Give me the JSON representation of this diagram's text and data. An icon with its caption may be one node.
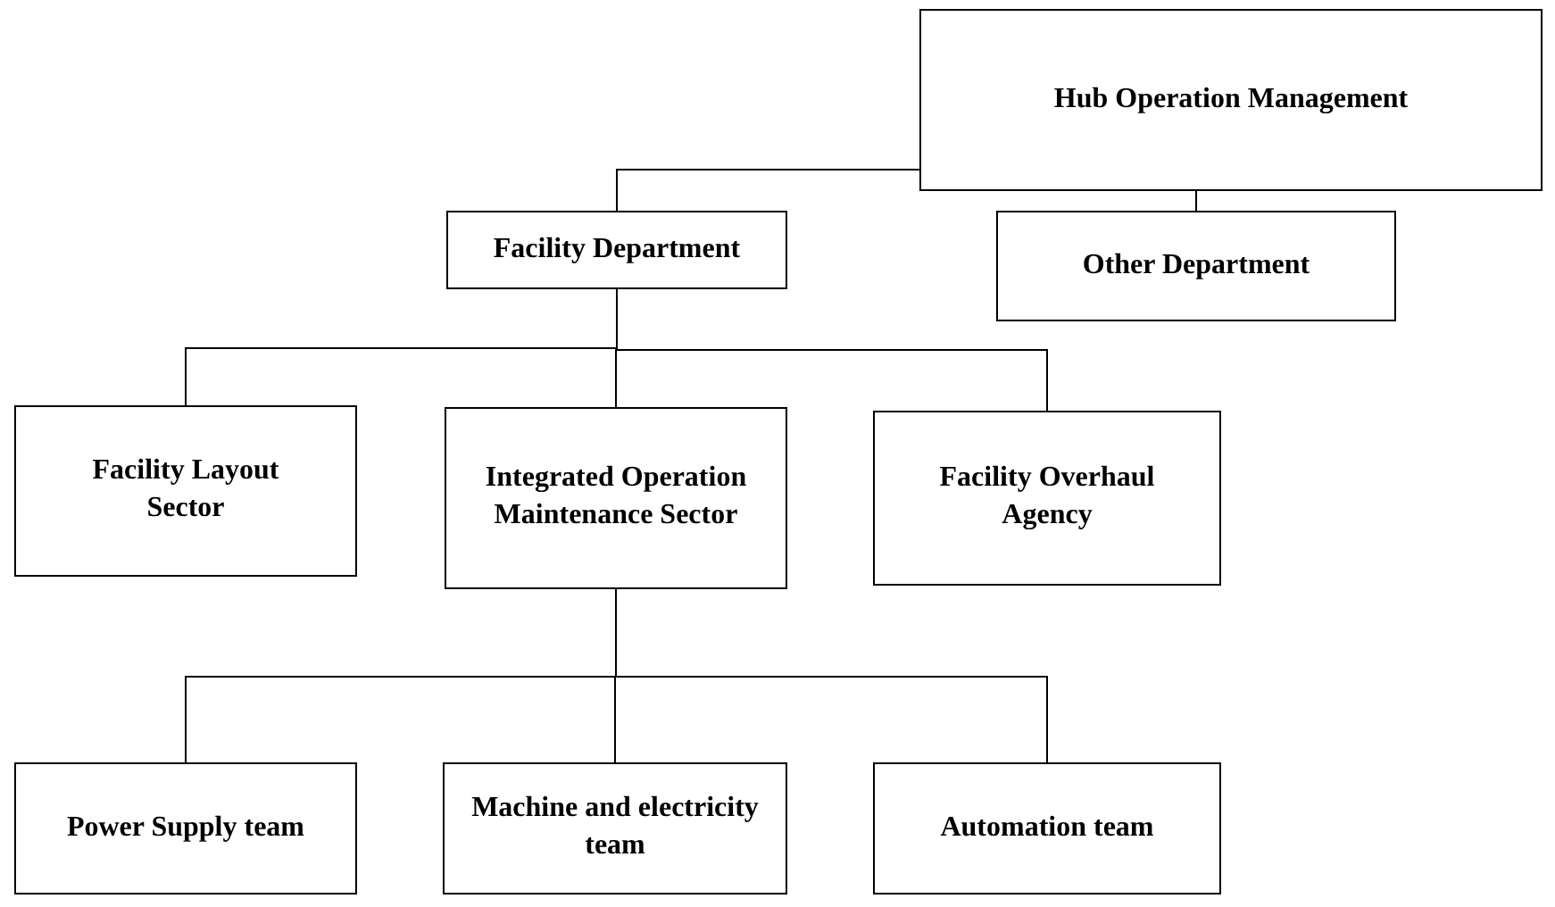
{
  "diagram": {
    "nodes": [
      {
        "text": [
          "Hub Operation Management"
        ]
      },
      {
        "text": [
          "Facility Department"
        ]
      },
      {
        "text": [
          "Other Department"
        ]
      },
      {
        "text": [
          "Facility Layout Sector"
        ]
      },
      {
        "text": [
          "Integrated Operation Maintenance Sector"
        ]
      },
      {
        "text": [
          "Facility Overhaul Agency"
        ]
      },
      {
        "text": [
          "Power Supply team"
        ]
      },
      {
        "text": [
          "Machine and electricity team"
        ]
      },
      {
        "text": [
          "Automation team"
        ]
      }
    ],
    "edges": [
      {
        "from": 0,
        "to": 1,
        "arrow": "none"
      },
      {
        "from": 0,
        "to": 2,
        "arrow": "none"
      },
      {
        "from": 1,
        "to": 3,
        "arrow": "none"
      },
      {
        "from": 1,
        "to": 4,
        "arrow": "none"
      },
      {
        "from": 1,
        "to": 5,
        "arrow": "none"
      },
      {
        "from": 4,
        "to": 6,
        "arrow": "none"
      },
      {
        "from": 4,
        "to": 7,
        "arrow": "none"
      },
      {
        "from": 4,
        "to": 8,
        "arrow": "none"
      }
    ]
  }
}
